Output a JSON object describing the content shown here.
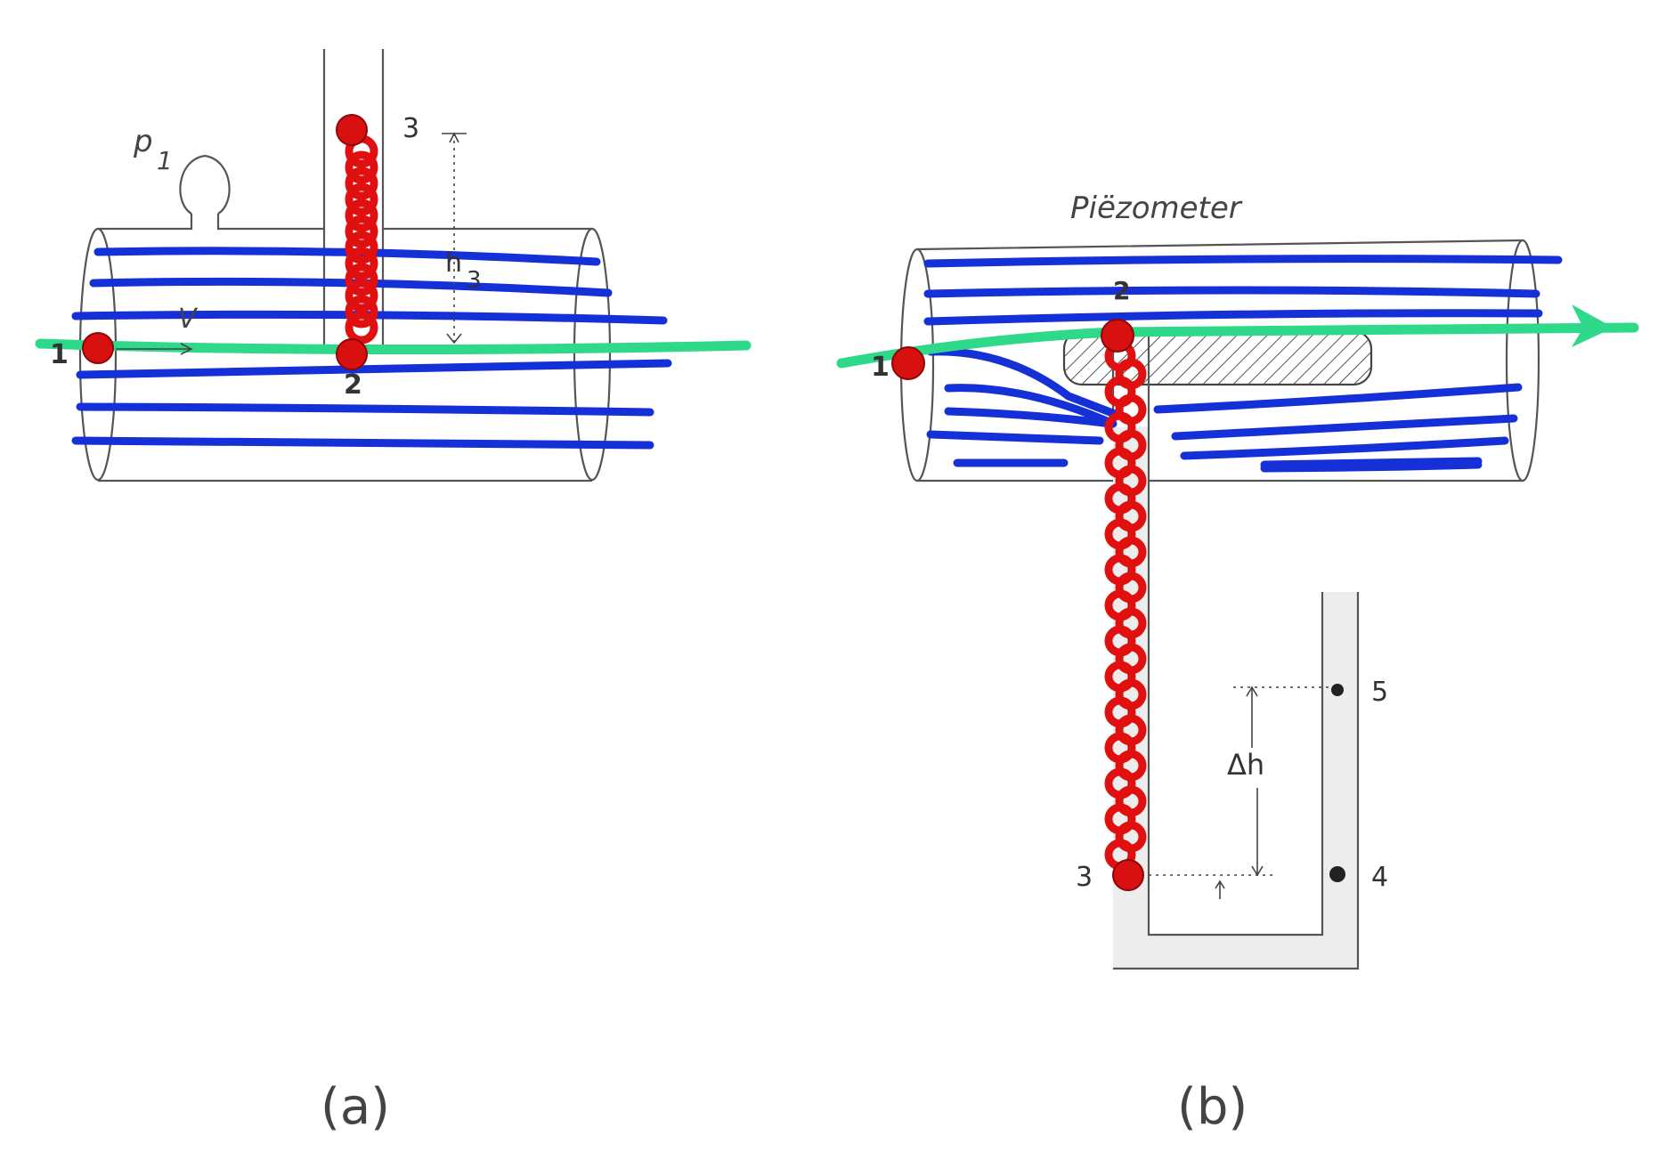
{
  "diagram_a": {
    "caption": "(a)",
    "pressure_label_main": "p",
    "pressure_label_sub": "1",
    "velocity_label": "V",
    "height_label_main": "h",
    "height_label_sub": "3",
    "point_labels": [
      "1",
      "2",
      "3"
    ]
  },
  "diagram_b": {
    "caption": "(b)",
    "title": "Piëzometer",
    "delta_h_label": "Δh",
    "point_labels": [
      "1",
      "2",
      "3",
      "4",
      "5"
    ]
  },
  "colors": {
    "streamline_blue": "#1530d6",
    "streamline_green": "#2fd98a",
    "marker_red": "#e01010",
    "outline": "#555555"
  }
}
